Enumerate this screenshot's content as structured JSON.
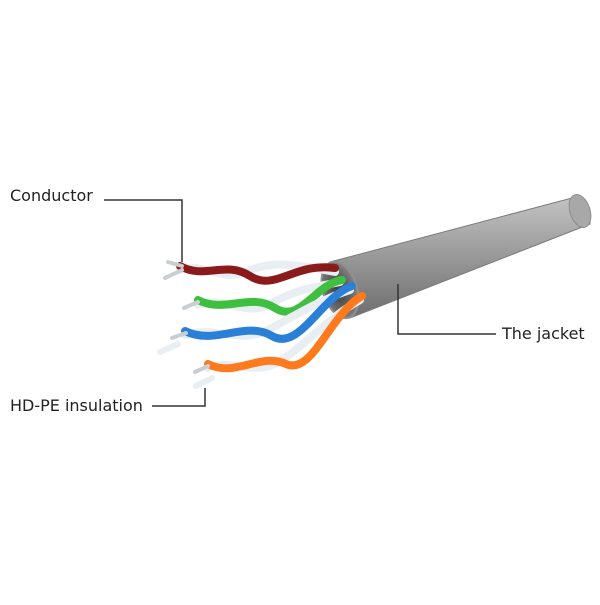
{
  "labels": {
    "conductor": "Conductor",
    "insulation": "HD-PE insulation",
    "jacket": "The jacket"
  },
  "colors": {
    "jacket_top": "#b9b9b9",
    "jacket_mid": "#9a9a9a",
    "jacket_bottom": "#6f6f6f",
    "pair_brown": "#8b1a1a",
    "pair_green": "#3fbf3f",
    "pair_blue": "#2a7fd6",
    "pair_orange": "#ff7a1c",
    "stripe_white": "#e9eef2",
    "leader_line": "#333333"
  }
}
